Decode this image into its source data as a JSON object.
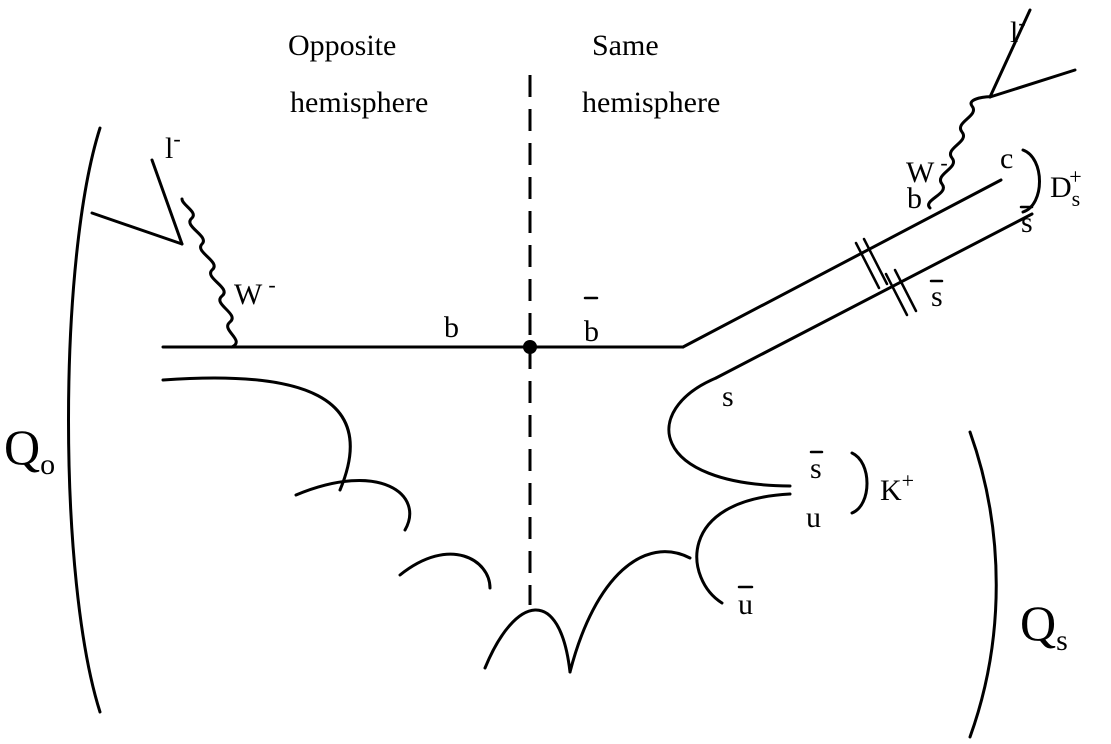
{
  "headers": {
    "opposite_line1": "Opposite",
    "opposite_line2": "hemisphere",
    "same_line1": "Same",
    "same_line2": "hemisphere"
  },
  "labels": {
    "q_o_main": "Q",
    "q_o_sub": "o",
    "q_s_main": "Q",
    "q_s_sub": "s",
    "b_left": "b",
    "b_right": "b",
    "b_upper": "b",
    "lepton_left": "l",
    "lepton_left_sup": "-",
    "lepton_right": "l",
    "lepton_right_sup": "-",
    "w_left": "W",
    "w_left_sup": "-",
    "w_right": "W",
    "w_right_sup": "-",
    "c_quark": "c",
    "sbar_upper": "s",
    "sbar_mid": "s",
    "s_quark": "s",
    "sbar_kaon": "s",
    "u_quark": "u",
    "ubar": "u",
    "ds_main": "D",
    "ds_sub": "s",
    "ds_sup": "+",
    "kaon_main": "K",
    "kaon_sup": "+"
  }
}
